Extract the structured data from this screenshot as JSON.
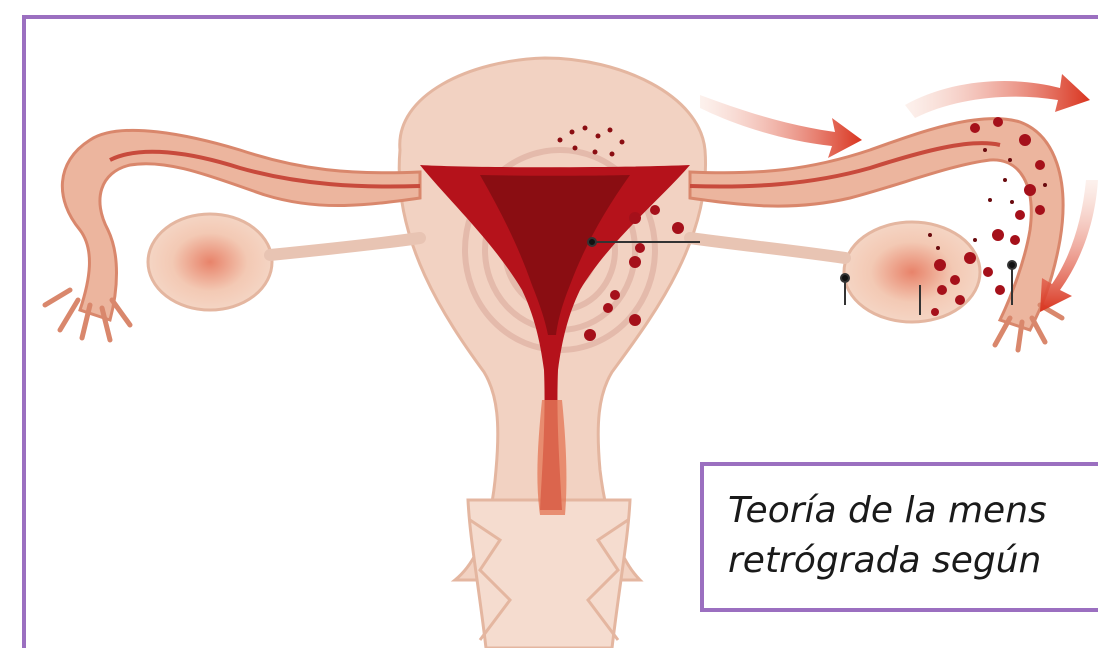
{
  "caption": {
    "line1": "Teoría de la mens",
    "line2": "retrógrada según"
  },
  "colors": {
    "frame_border": "#9b6fc0",
    "tissue": "#f2d2c2",
    "tissue_outline": "#e4b6a0",
    "menstrual_blood": "#b5121b",
    "dark_blood": "#8a0d12",
    "arrow": "#d9341f"
  },
  "icons": {
    "flow_arrows": "curved-arrow-icon",
    "implants": "endometrial-implant-dot"
  }
}
